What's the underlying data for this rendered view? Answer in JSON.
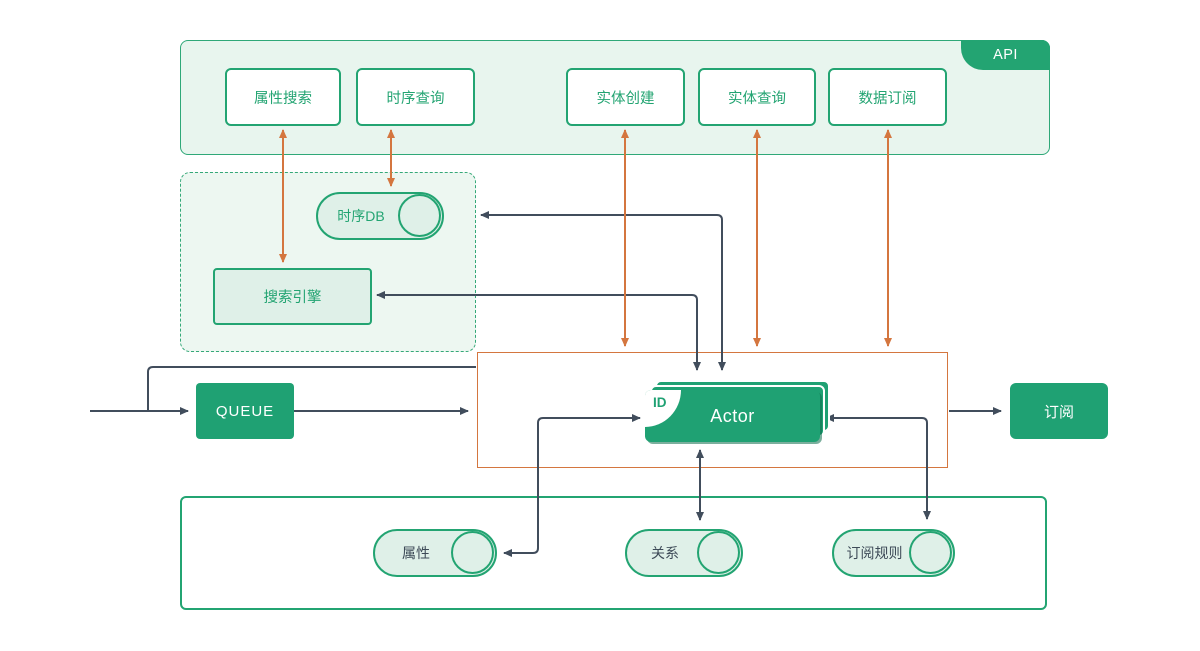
{
  "colors": {
    "green_fill": "#1FA173",
    "green_border": "#23A472",
    "light_green_panel": "#E8F5EE",
    "light_green_node": "#DFF0E8",
    "orange": "#D4763F",
    "dark_line": "#414D5C",
    "dark_text": "#3D4A57",
    "white": "#FFFFFF"
  },
  "api": {
    "tag": "API",
    "boxes": [
      {
        "label": "属性搜索"
      },
      {
        "label": "时序查询"
      },
      {
        "label": "实体创建"
      },
      {
        "label": "实体查询"
      },
      {
        "label": "数据订阅"
      }
    ]
  },
  "storage": {
    "tsdb": "时序DB",
    "search_engine": "搜索引擎"
  },
  "core": {
    "queue": "QUEUE",
    "actor": "Actor",
    "actor_badge": "ID",
    "subscribe": "订阅"
  },
  "data_store": {
    "cylinders": [
      {
        "label": "属性"
      },
      {
        "label": "关系"
      },
      {
        "label": "订阅规则"
      }
    ]
  }
}
